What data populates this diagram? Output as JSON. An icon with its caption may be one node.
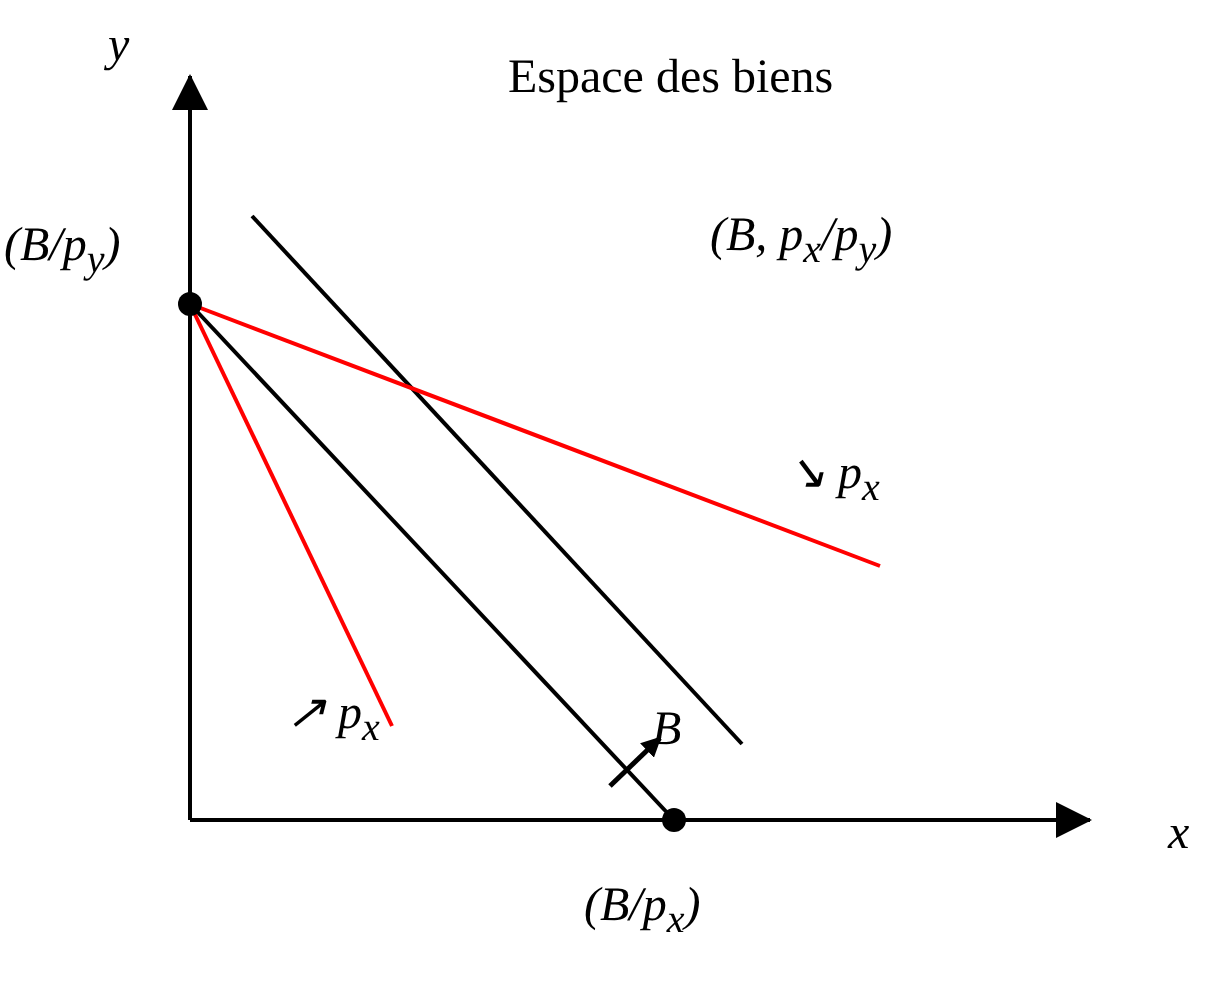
{
  "diagram": {
    "title": "Espace des biens",
    "labels": [
      "y",
      "(B, p$_{x}$/p$_{y}$)",
      "(B/p$_{y}$)",
      "↘ p$_{x}$",
      "↗ p$_{x}$",
      "B",
      "x",
      "(B/p$_{x}$)"
    ]
  }
}
